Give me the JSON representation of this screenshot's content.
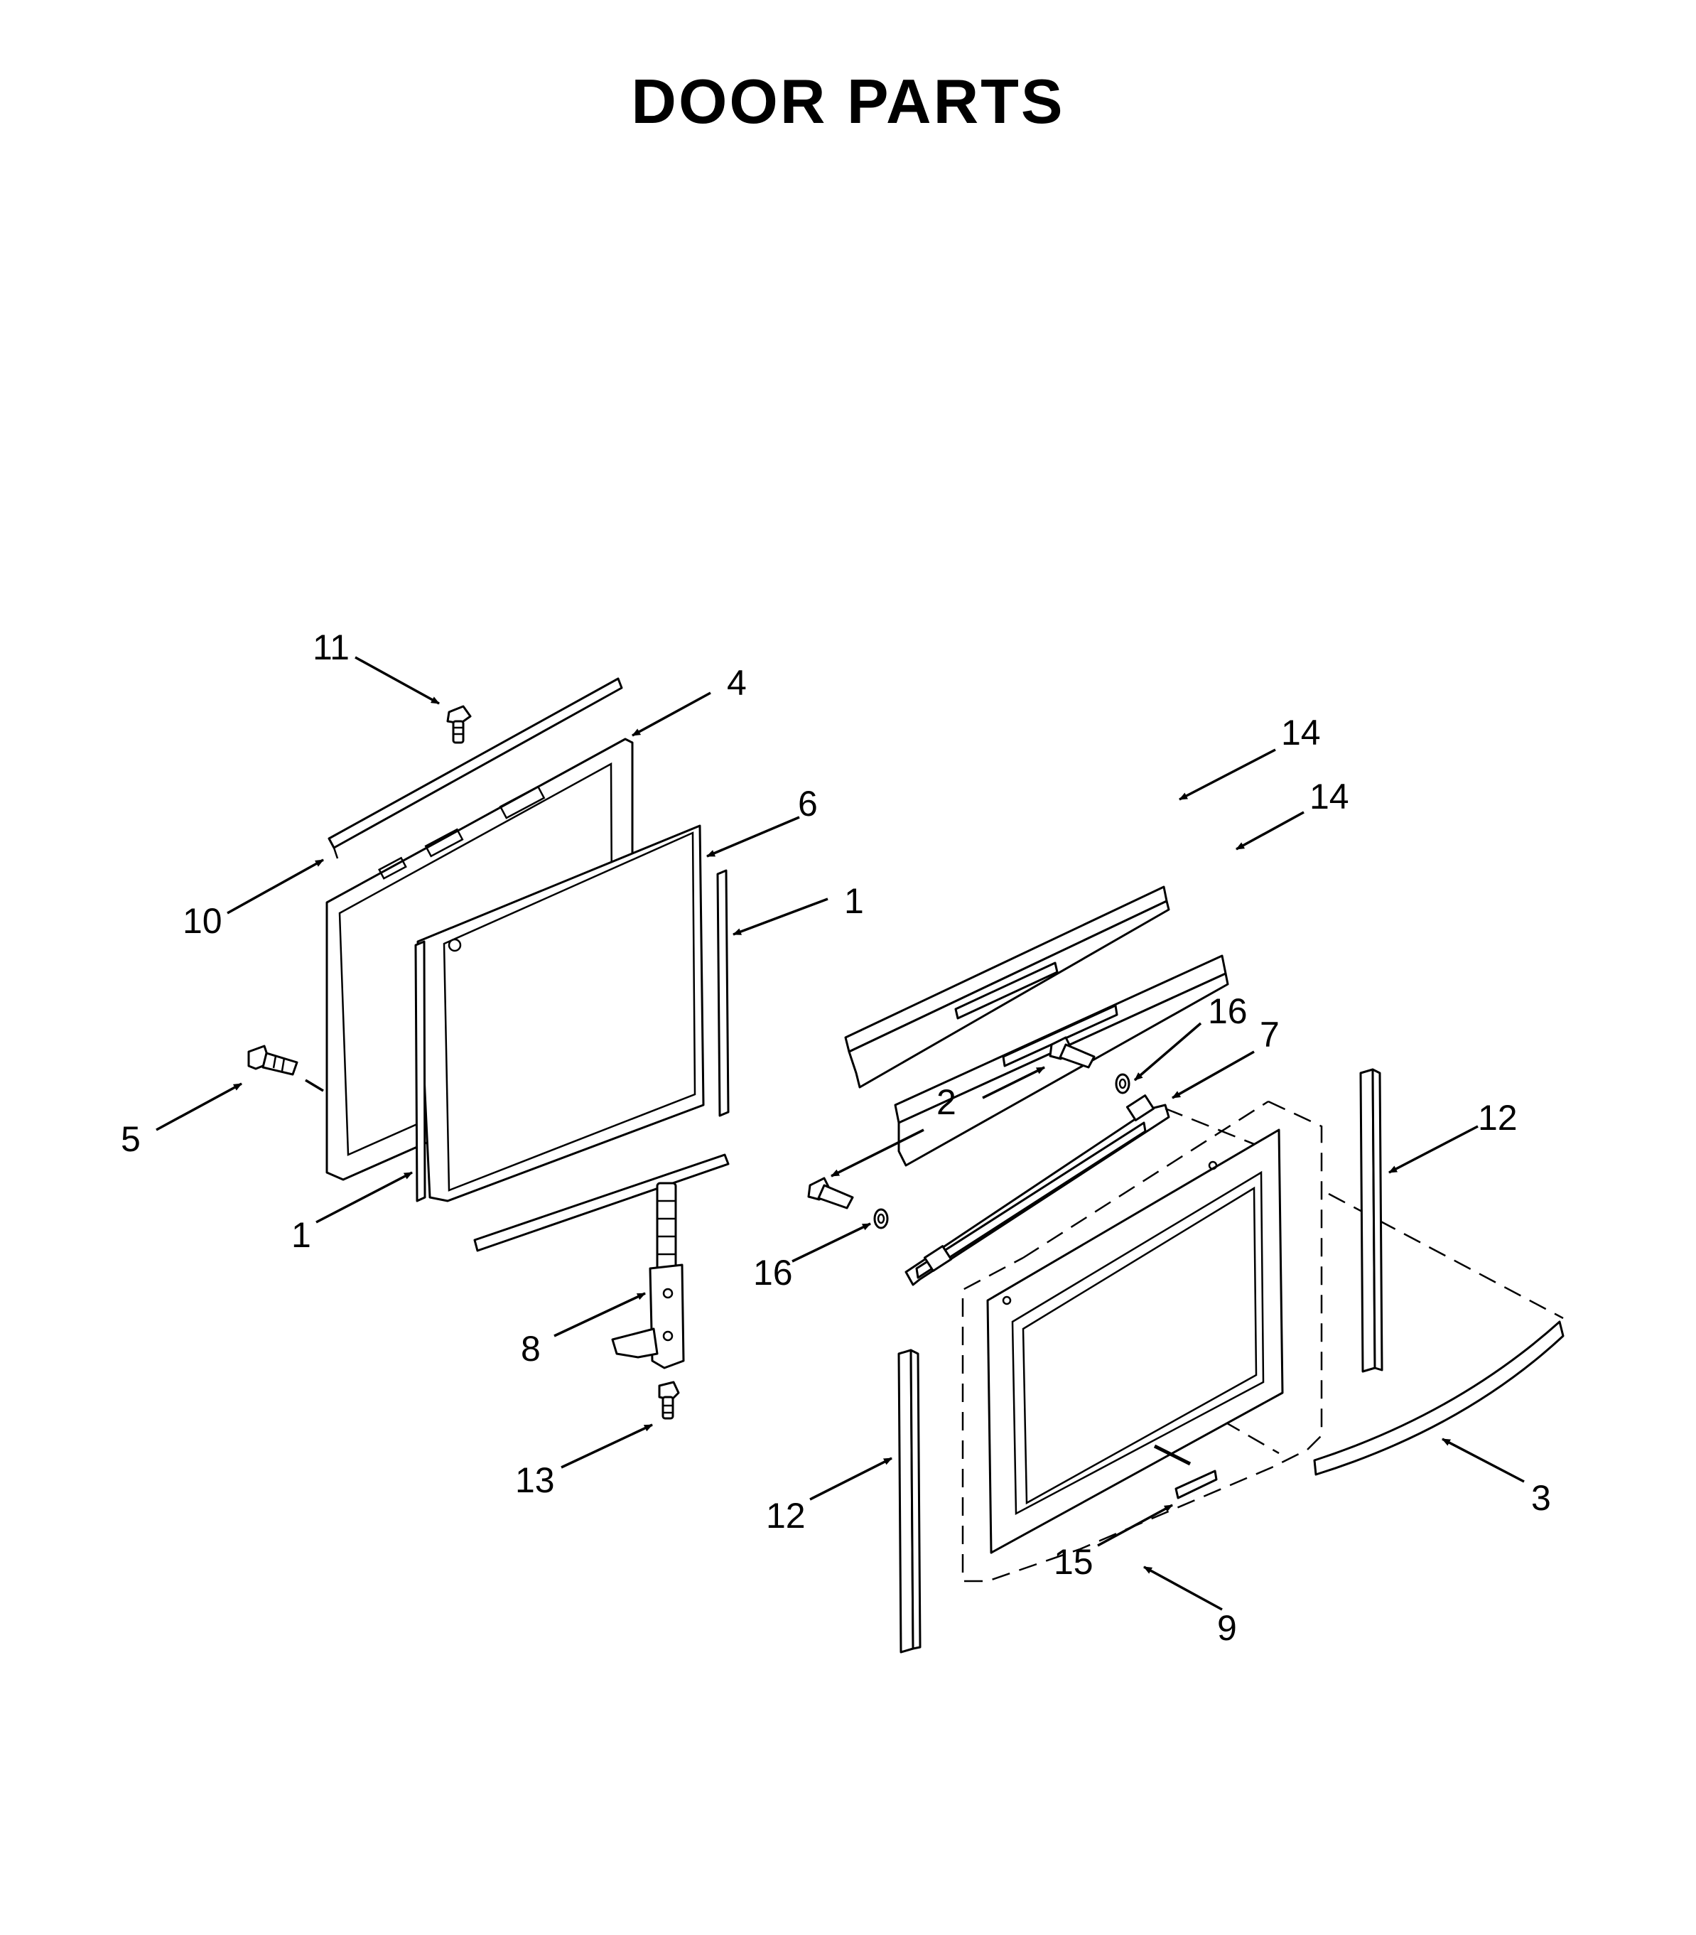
{
  "title": "DOOR PARTS",
  "callouts": {
    "c1a": "1",
    "c1b": "1",
    "c2": "2",
    "c3": "3",
    "c4": "4",
    "c5": "5",
    "c6": "6",
    "c7": "7",
    "c8": "8",
    "c9": "9",
    "c10": "10",
    "c11": "11",
    "c12a": "12",
    "c12b": "12",
    "c13": "13",
    "c14a": "14",
    "c14b": "14",
    "c15": "15",
    "c16a": "16",
    "c16b": "16"
  }
}
